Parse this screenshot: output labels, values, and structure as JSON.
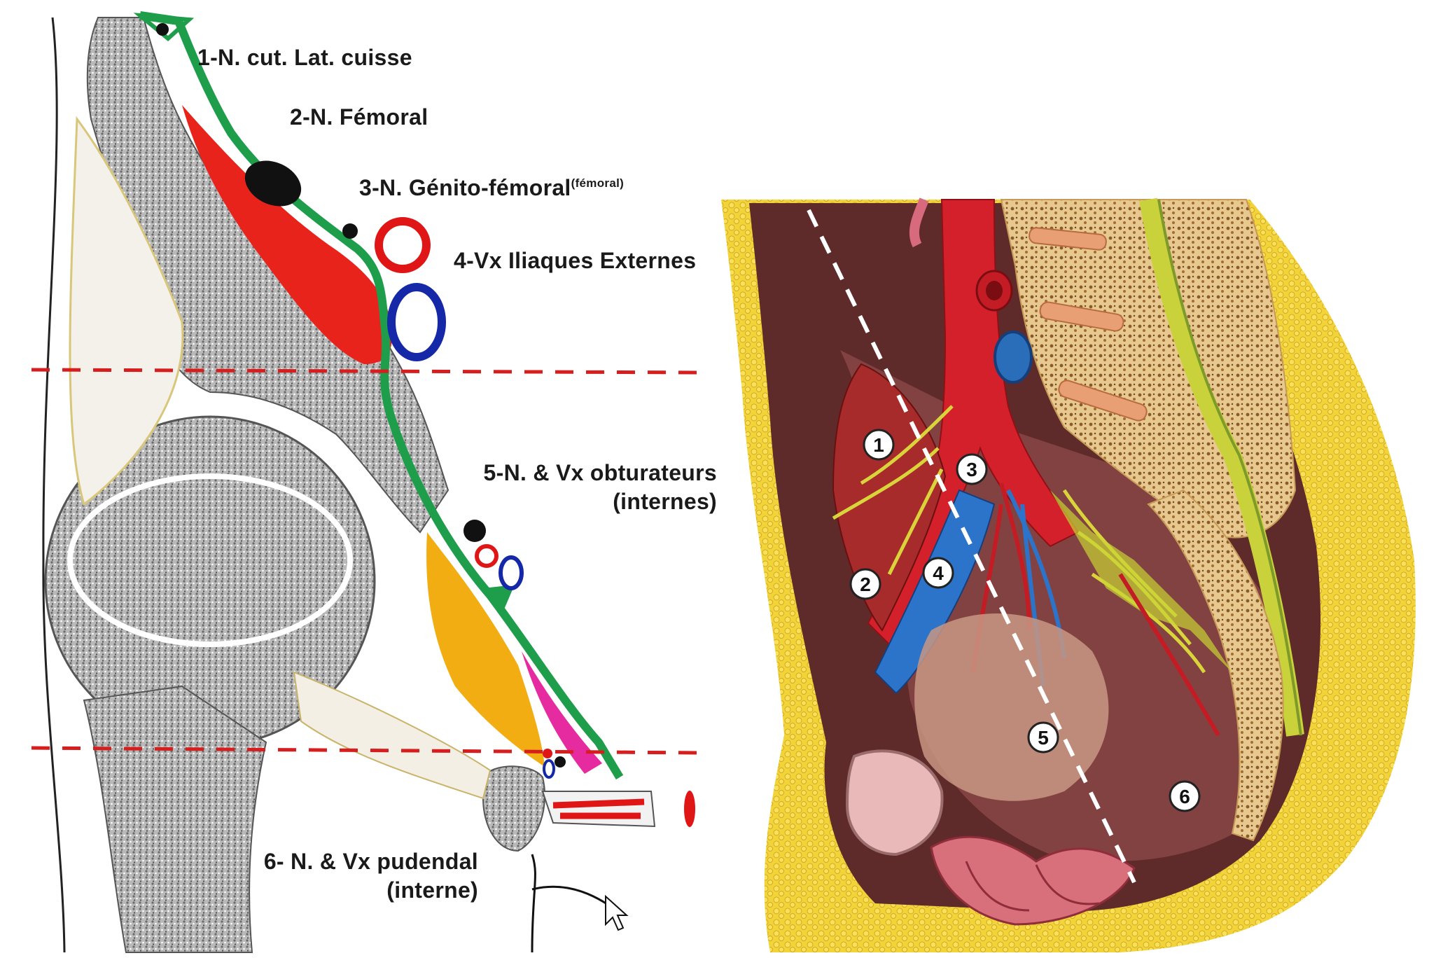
{
  "labels": {
    "l1": "1-N. cut. Lat. cuisse",
    "l2": "2-N. Fémoral",
    "l3_main": "3-N. Génito-fémoral",
    "l3_sup": "(fémoral)",
    "l4": "4-Vx Iliaques Externes",
    "l5_line1": "5-N. & Vx obturateurs",
    "l5_line2": "(internes)",
    "l6_line1": "6- N. & Vx pudendal",
    "l6_line2": "(interne)"
  },
  "markers": [
    "1",
    "2",
    "3",
    "4",
    "5",
    "6"
  ],
  "colors": {
    "nerve_green": "#1e9e4a",
    "muscle_red": "#e8231b",
    "obturator_orange": "#f2ad12",
    "vein_blue": "#1428a8",
    "dash_red": "#d61e1e",
    "bone_gray": "#9a9a9a",
    "fat_yellow": "#e9c23a"
  }
}
